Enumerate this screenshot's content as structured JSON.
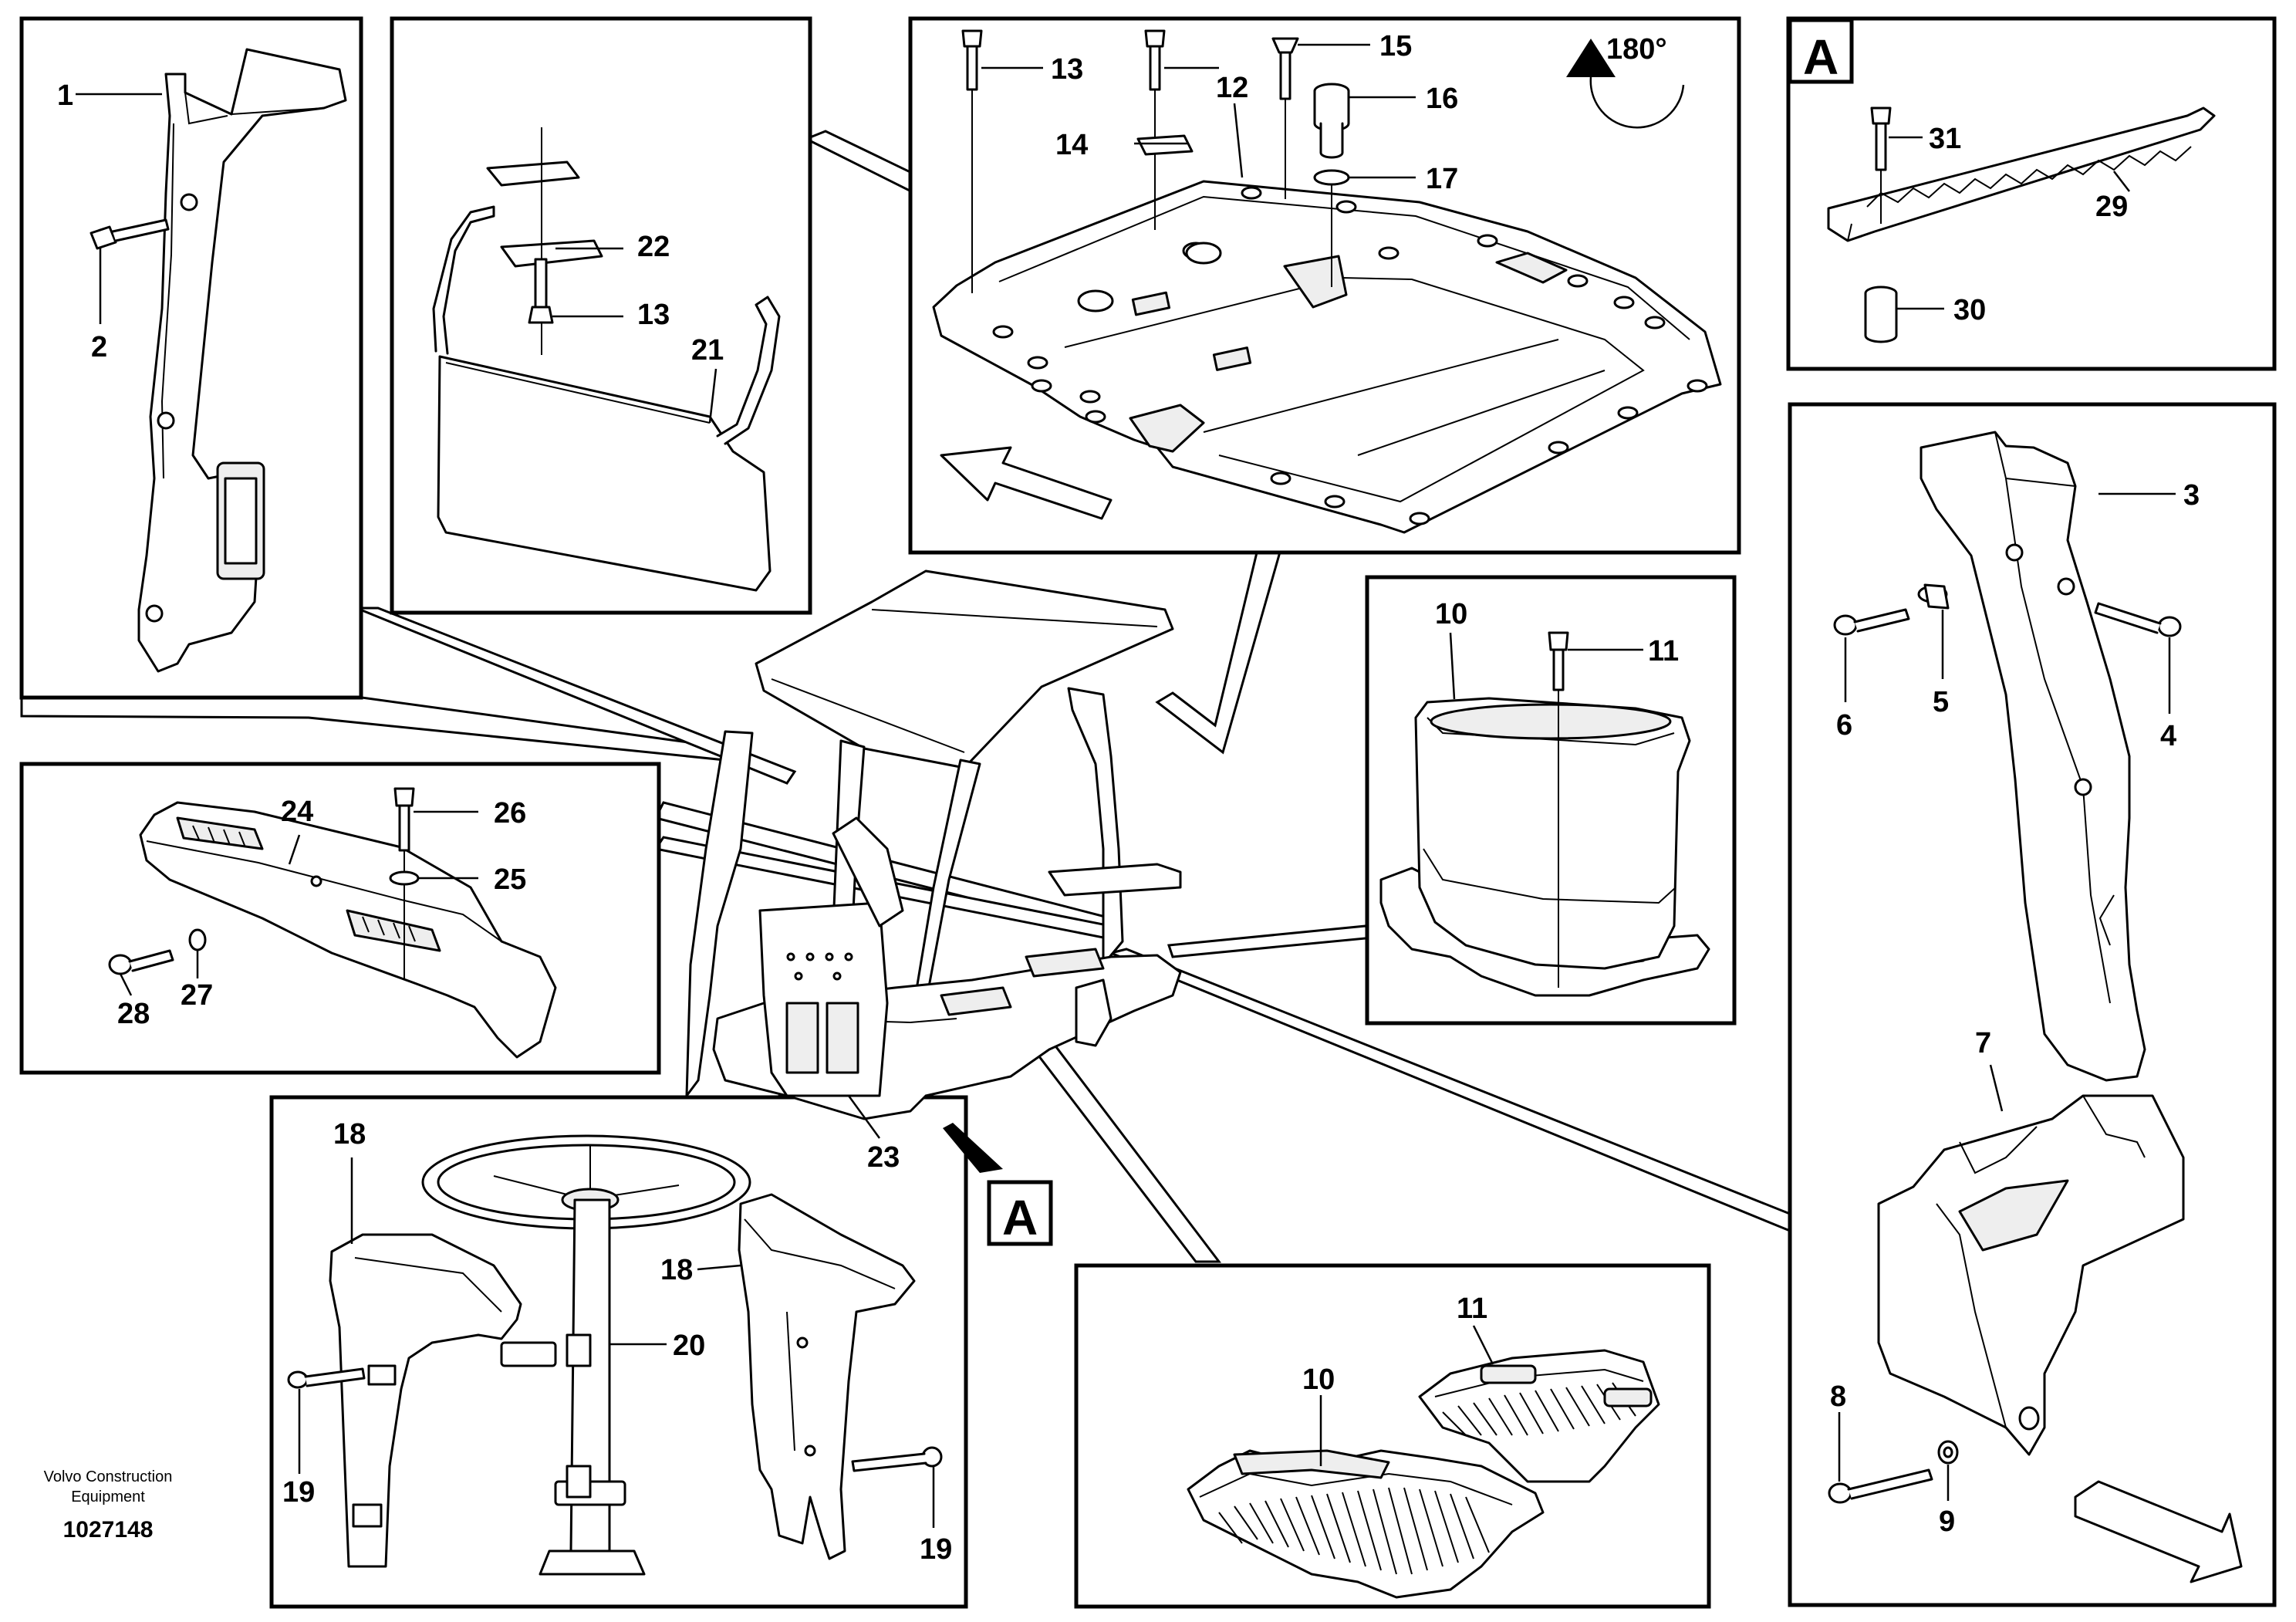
{
  "diagram": {
    "credit_line1": "Volvo Construction",
    "credit_line2": "Equipment",
    "document_number": "1027148",
    "rotation_label": "180°",
    "view_letter": "A",
    "callouts": {
      "c1": "1",
      "c2": "2",
      "c3": "3",
      "c4": "4",
      "c5": "5",
      "c6": "6",
      "c7": "7",
      "c8": "8",
      "c9": "9",
      "c10a": "10",
      "c10b": "10",
      "c11a": "11",
      "c11b": "11",
      "c12": "12",
      "c13a": "13",
      "c13b": "13",
      "c14": "14",
      "c15": "15",
      "c16": "16",
      "c17": "17",
      "c18a": "18",
      "c18b": "18",
      "c19a": "19",
      "c19b": "19",
      "c20": "20",
      "c21": "21",
      "c22": "22",
      "c23": "23",
      "c24": "24",
      "c25": "25",
      "c26": "26",
      "c27": "27",
      "c28": "28",
      "c29": "29",
      "c30": "30",
      "c31": "31"
    }
  }
}
